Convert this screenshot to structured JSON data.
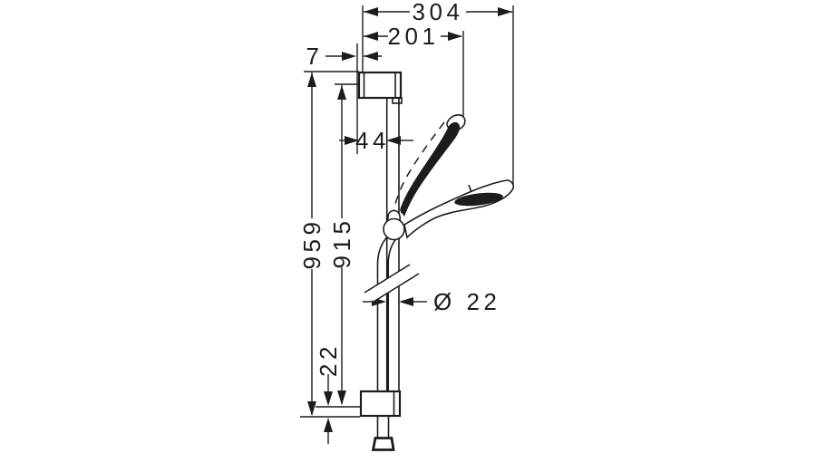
{
  "drawing": {
    "background_color": "#ffffff",
    "ink_color": "#1c1c1c",
    "dimensions": {
      "total_reach": "304",
      "head_reach": "201",
      "wall_offset": "7",
      "bar_offset": "44",
      "total_height": "959",
      "bar_height": "915",
      "bar_diameter": "Ø 22",
      "bottom_offset": "22"
    }
  }
}
